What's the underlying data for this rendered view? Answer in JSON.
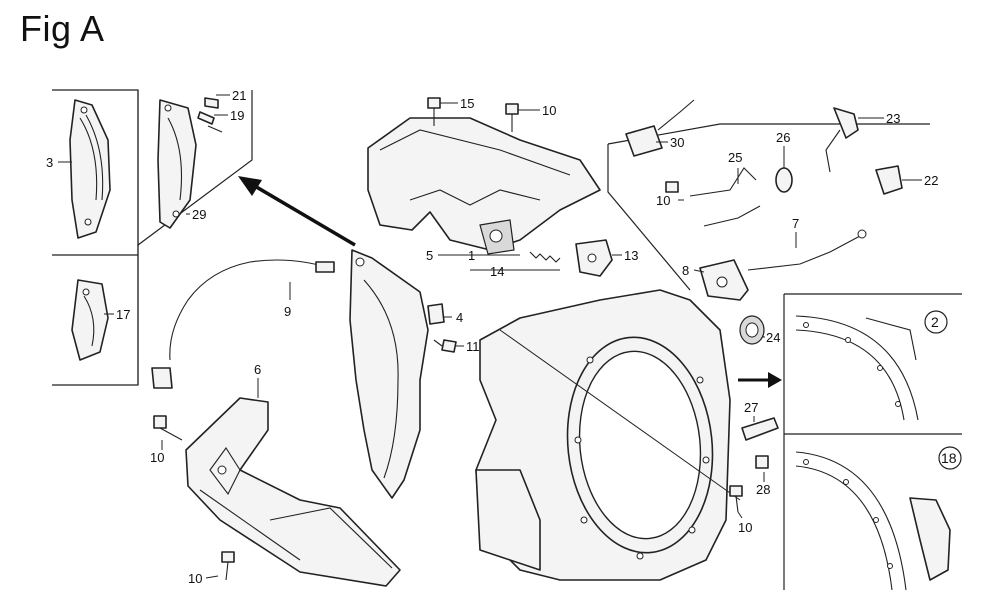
{
  "figure": {
    "title": "Fig A"
  },
  "callouts": {
    "c1": "1",
    "c3": "3",
    "c4": "4",
    "c5": "5",
    "c6": "6",
    "c7": "7",
    "c8": "8",
    "c9": "9",
    "c10a": "10",
    "c10b": "10",
    "c10c": "10",
    "c10d": "10",
    "c10e": "10",
    "c11": "11",
    "c13": "13",
    "c14": "14",
    "c15": "15",
    "c17": "17",
    "c19": "19",
    "c21": "21",
    "c22": "22",
    "c23": "23",
    "c24": "24",
    "c25": "25",
    "c26": "26",
    "c27": "27",
    "c28": "28",
    "c29": "29",
    "c30": "30"
  },
  "details": {
    "d2": "2",
    "d18": "18"
  }
}
